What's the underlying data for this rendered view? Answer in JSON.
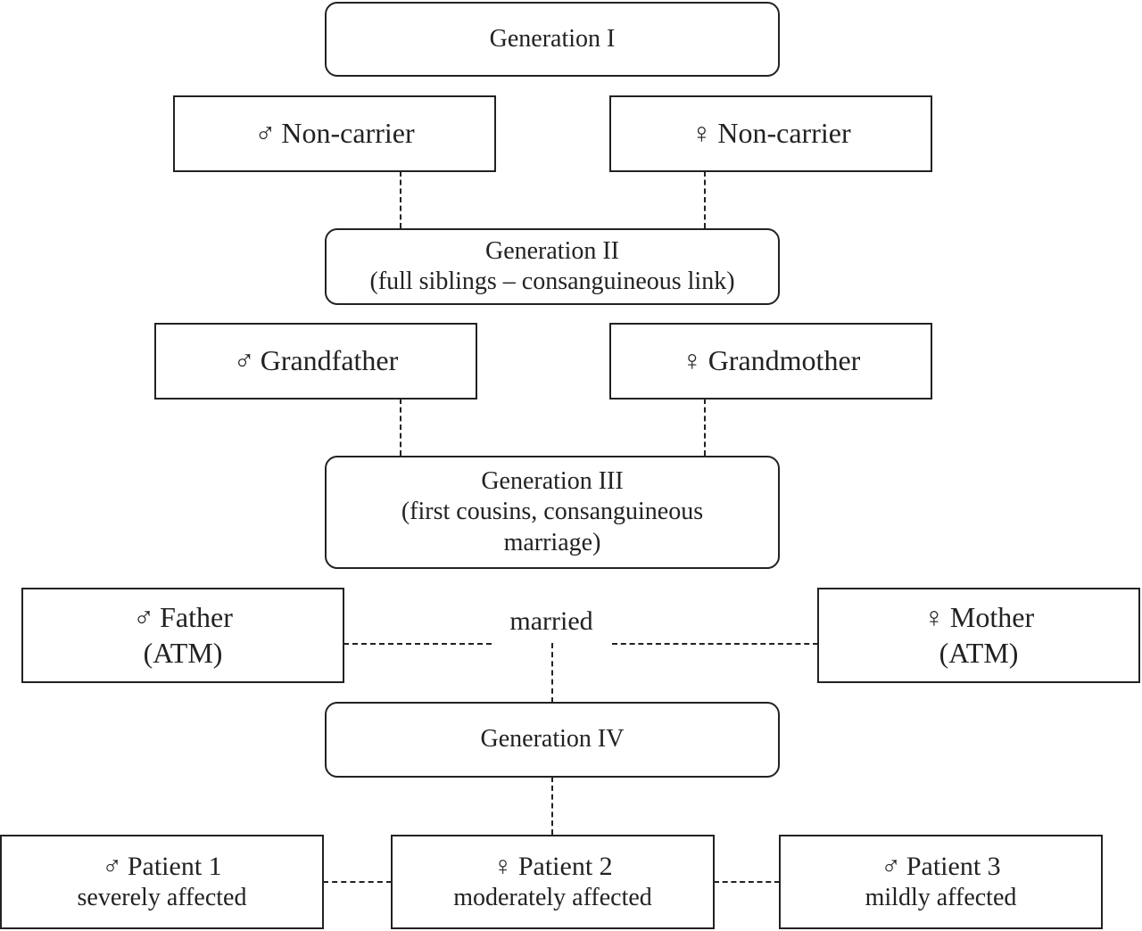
{
  "gen1": {
    "label": "Generation I"
  },
  "gen1_male": {
    "symbol": "♂",
    "label": "Non-carrier"
  },
  "gen1_female": {
    "symbol": "♀",
    "label": "Non-carrier"
  },
  "gen2": {
    "line1": "Generation II",
    "line2": "(full siblings – consanguineous link)"
  },
  "gen2_male": {
    "symbol": "♂",
    "label": "Grandfather"
  },
  "gen2_female": {
    "symbol": "♀",
    "label": "Grandmother"
  },
  "gen3": {
    "line1": "Generation III",
    "line2": "(first cousins, consanguineous",
    "line3": "marriage)"
  },
  "father": {
    "symbol": "♂",
    "label": "Father",
    "status": "(ATM)"
  },
  "mother": {
    "symbol": "♀",
    "label": "Mother",
    "status": "(ATM)"
  },
  "married_label": "married",
  "gen4": {
    "label": "Generation IV"
  },
  "patients": [
    {
      "symbol": "♂",
      "label": "Patient 1",
      "severity": "severely affected"
    },
    {
      "symbol": "♀",
      "label": "Patient 2",
      "severity": "moderately affected"
    },
    {
      "symbol": "♂",
      "label": "Patient 3",
      "severity": "mildly affected"
    }
  ]
}
